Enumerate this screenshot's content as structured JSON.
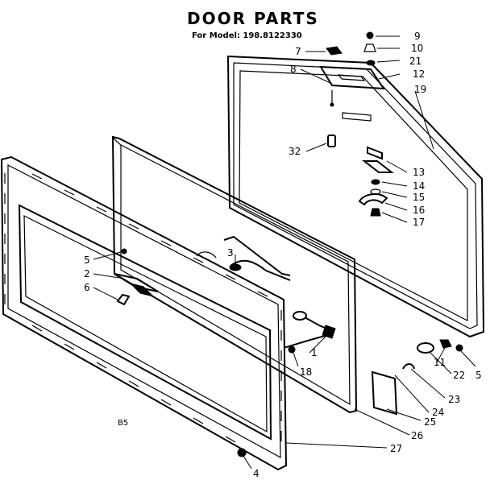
{
  "title": "DOOR PARTS",
  "subtitle": "For Model: 198.8122330",
  "ref_code": "B5",
  "callouts": [
    "9",
    "10",
    "21",
    "12",
    "19",
    "7",
    "8",
    "32",
    "13",
    "14",
    "15",
    "16",
    "17",
    "3",
    "5",
    "2",
    "6",
    "1",
    "18",
    "11",
    "5",
    "22",
    "23",
    "24",
    "25",
    "26",
    "27",
    "4"
  ]
}
